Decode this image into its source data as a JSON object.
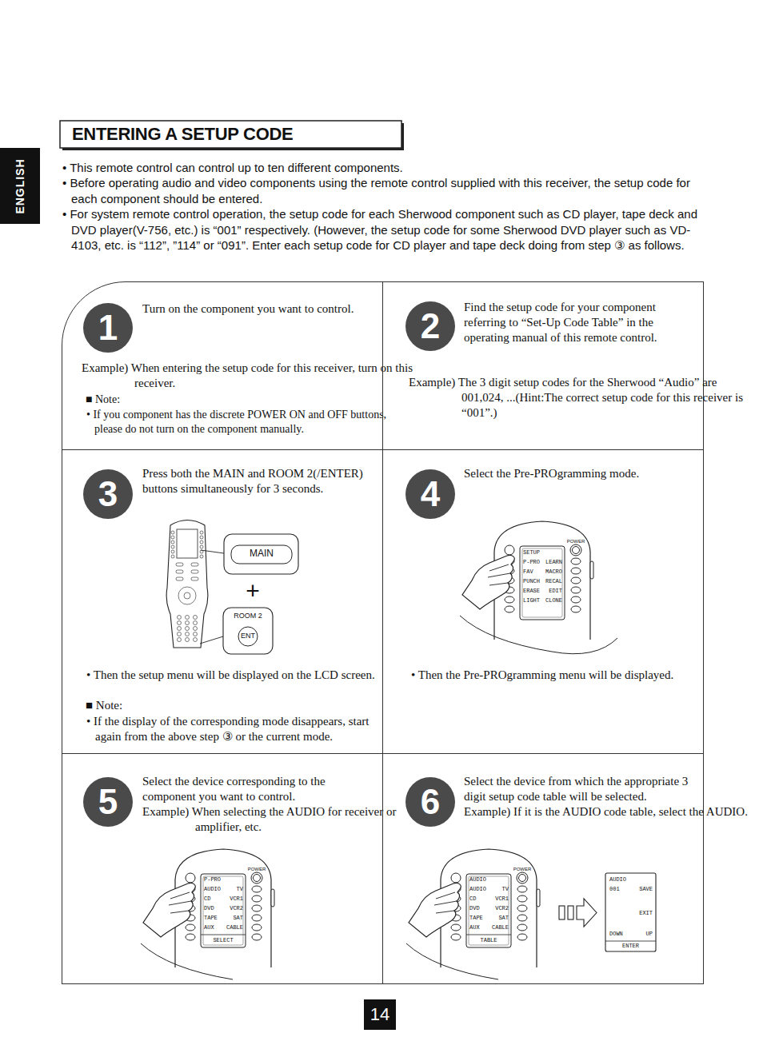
{
  "diagram": {
    "title": "ENTERING A SETUP CODE",
    "nodes": [
      {
        "text": [
          "ENGLISH"
        ]
      },
      {
        "text": [
          "Turn on the component you want to control.",
          "Example) When entering the setup code for this receiver, turn on this receiver.",
          "■ Note:",
          "• If you component has the discrete POWER ON and OFF buttons, please do not turn on the component manually."
        ]
      },
      {
        "text": [
          "1"
        ],
        "in": 1
      },
      {
        "text": [
          "Find the setup code for your component referring to “Set-Up Code Table” in the operating manual of this remote control.",
          "Example) The 3 digit setup codes for the Sherwood “Audio” are 001,024, ...(Hint:The correct setup code for this receiver is “001”.)"
        ]
      },
      {
        "text": [
          "2"
        ],
        "in": 3
      },
      {
        "text": [
          "Press both the MAIN and ROOM 2(/ENTER) buttons simultaneously for 3 seconds.",
          "• Then the setup menu will be displayed on the LCD screen.",
          "■ Note:",
          "• If the display of the corresponding mode disappears, start again from the above step ③ or the current mode."
        ]
      },
      {
        "text": [
          "3"
        ],
        "in": 5
      },
      {
        "text": [
          "Select the Pre-PROgramming mode.",
          "• Then the Pre-PROgramming menu will be displayed."
        ]
      },
      {
        "text": [
          "4"
        ],
        "in": 7
      },
      {
        "text": [
          "Select the device corresponding to the component you want to control.",
          "Example) When selecting the AUDIO for receiver or amplifier, etc."
        ]
      },
      {
        "text": [
          "5"
        ],
        "in": 9
      },
      {
        "text": [
          "Select the device from which the appropriate 3 digit setup code table will be selected.",
          "Example) If it is the AUDIO code table, select the AUDIO."
        ]
      },
      {
        "text": [
          "6"
        ],
        "in": 11
      },
      {
        "text": [
          "14"
        ]
      }
    ],
    "labels": [
      "• This remote control can control up to ten different components.",
      "• Before operating audio and video components using the remote control supplied with this receiver, the setup code for each component should be entered.",
      "• For system remote control operation, the setup code for each Sherwood component such as CD player, tape deck and DVD player(V-756, etc.) is “001” respectively. (However, the setup code for some Sherwood DVD player such as VD-4103, etc. is “112”, ”114” or “091”. Enter each setup code for CD player and tape deck doing from step ③ as follows.",
      "MAIN",
      "+",
      "ROOM 2",
      "ENT",
      "POWER",
      "SETUP",
      "P-PRO",
      "LEARN",
      "FAV",
      "MACRO",
      "PUNCH",
      "RECAL",
      "ERASE",
      "EDIT",
      "LIGHT",
      "CLONE",
      "POWER",
      "P-PRO",
      "AUDIO",
      "TV",
      "CD",
      "VCR1",
      "DVD",
      "VCR2",
      "TAPE",
      "SAT",
      "AUX",
      "CABLE",
      "SELECT",
      "POWER",
      "AUDIO",
      "AUDIO",
      "TV",
      "CD",
      "VCR1",
      "DVD",
      "VCR2",
      "TAPE",
      "SAT",
      "AUX",
      "CABLE",
      "TABLE",
      "AUDIO",
      "001",
      "SAVE",
      "EXIT",
      "DOWN",
      "UP",
      "ENTER"
    ]
  }
}
